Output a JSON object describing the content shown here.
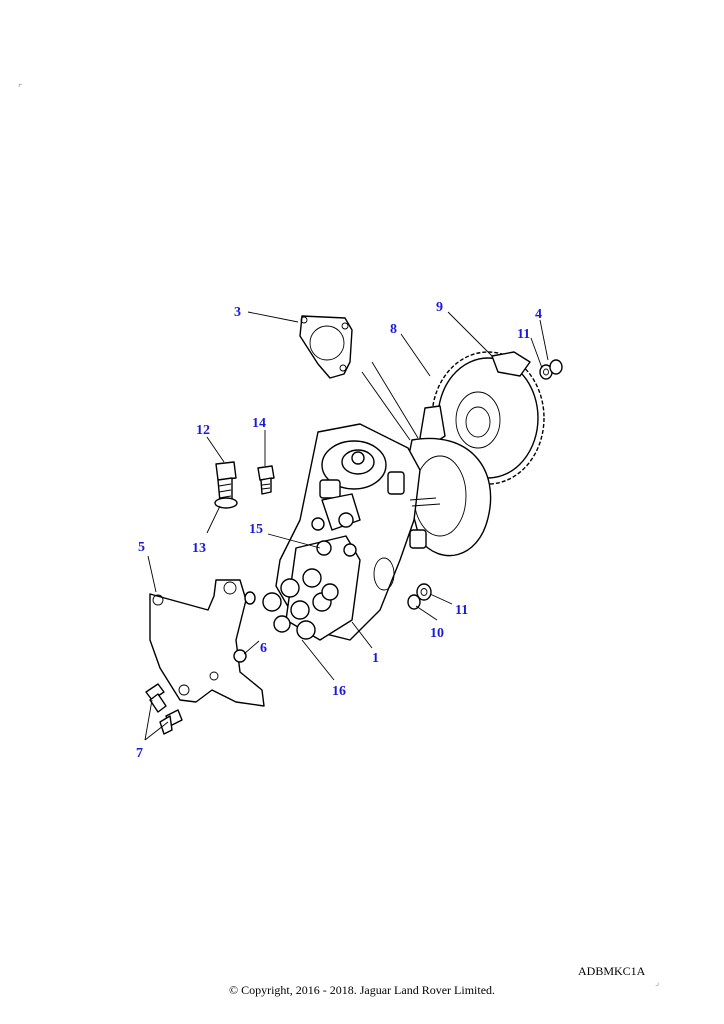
{
  "diagram_code": "ADBMKC1A",
  "copyright": "© Copyright, 2016 - 2018. Jaguar Land Rover Limited.",
  "callouts": [
    {
      "id": "c1",
      "label": "1"
    },
    {
      "id": "c3",
      "label": "3"
    },
    {
      "id": "c4",
      "label": "4"
    },
    {
      "id": "c5",
      "label": "5"
    },
    {
      "id": "c6",
      "label": "6"
    },
    {
      "id": "c7",
      "label": "7"
    },
    {
      "id": "c8",
      "label": "8"
    },
    {
      "id": "c9",
      "label": "9"
    },
    {
      "id": "c10",
      "label": "10"
    },
    {
      "id": "c11a",
      "label": "11"
    },
    {
      "id": "c11b",
      "label": "11"
    },
    {
      "id": "c12",
      "label": "12"
    },
    {
      "id": "c13",
      "label": "13"
    },
    {
      "id": "c14",
      "label": "14"
    },
    {
      "id": "c15",
      "label": "15"
    },
    {
      "id": "c16",
      "label": "16"
    }
  ],
  "colors": {
    "callout": "#1a1adf",
    "line": "#000000",
    "background": "#ffffff"
  }
}
